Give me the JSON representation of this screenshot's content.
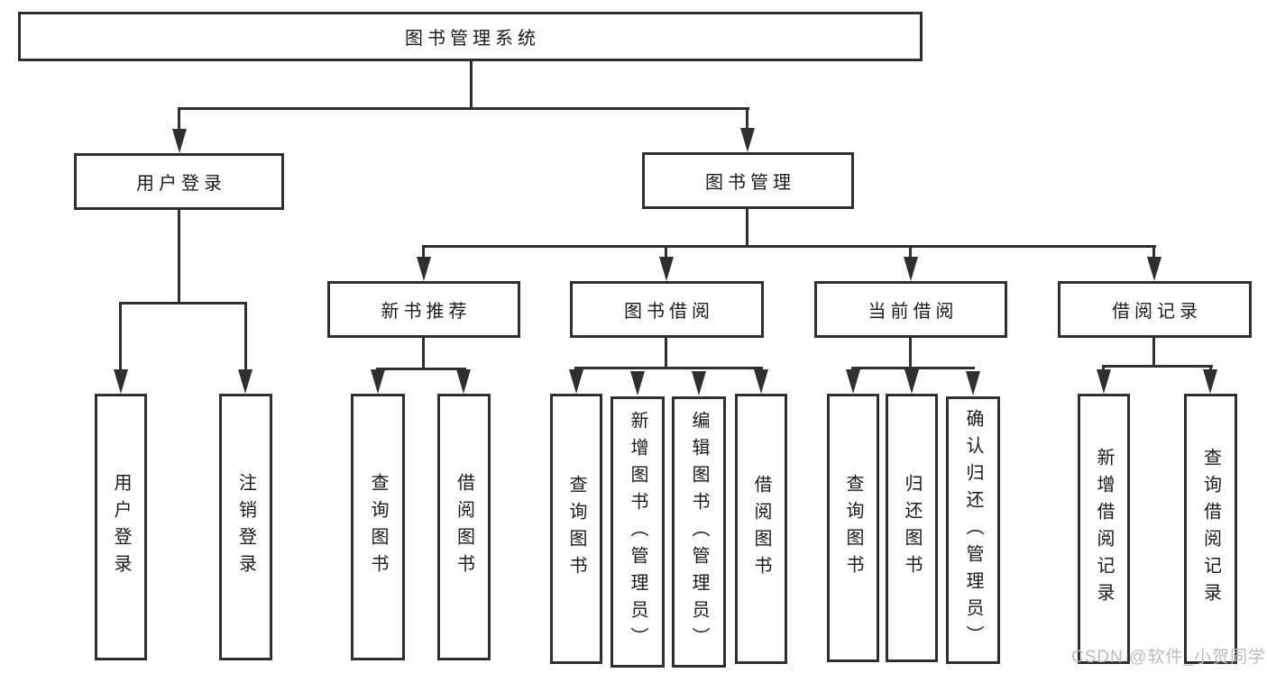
{
  "tree": {
    "root": {
      "label": "图书管理系统"
    },
    "children": [
      {
        "label": "用户登录",
        "children": [
          {
            "label": "用户登录"
          },
          {
            "label": "注销登录"
          }
        ]
      },
      {
        "label": "图书管理",
        "children": [
          {
            "label": "新书推荐",
            "children": [
              {
                "label": "查询图书"
              },
              {
                "label": "借阅图书"
              }
            ]
          },
          {
            "label": "图书借阅",
            "children": [
              {
                "label": "查询图书"
              },
              {
                "label": "新增图书（管理员）"
              },
              {
                "label": "编辑图书（管理员）"
              },
              {
                "label": "借阅图书"
              }
            ]
          },
          {
            "label": "当前借阅",
            "children": [
              {
                "label": "查询图书"
              },
              {
                "label": "归还图书"
              },
              {
                "label": "确认归还（管理员）"
              }
            ]
          },
          {
            "label": "借阅记录",
            "children": [
              {
                "label": "新增借阅记录"
              },
              {
                "label": "查询借阅记录"
              }
            ]
          }
        ]
      }
    ]
  },
  "watermark": {
    "text": "CSDN @软件_小贺同学"
  },
  "colors": {
    "line": "#2f2f2f",
    "text": "#1a1a1a",
    "watermark": "#bdbcbc",
    "background": "#ffffff"
  }
}
